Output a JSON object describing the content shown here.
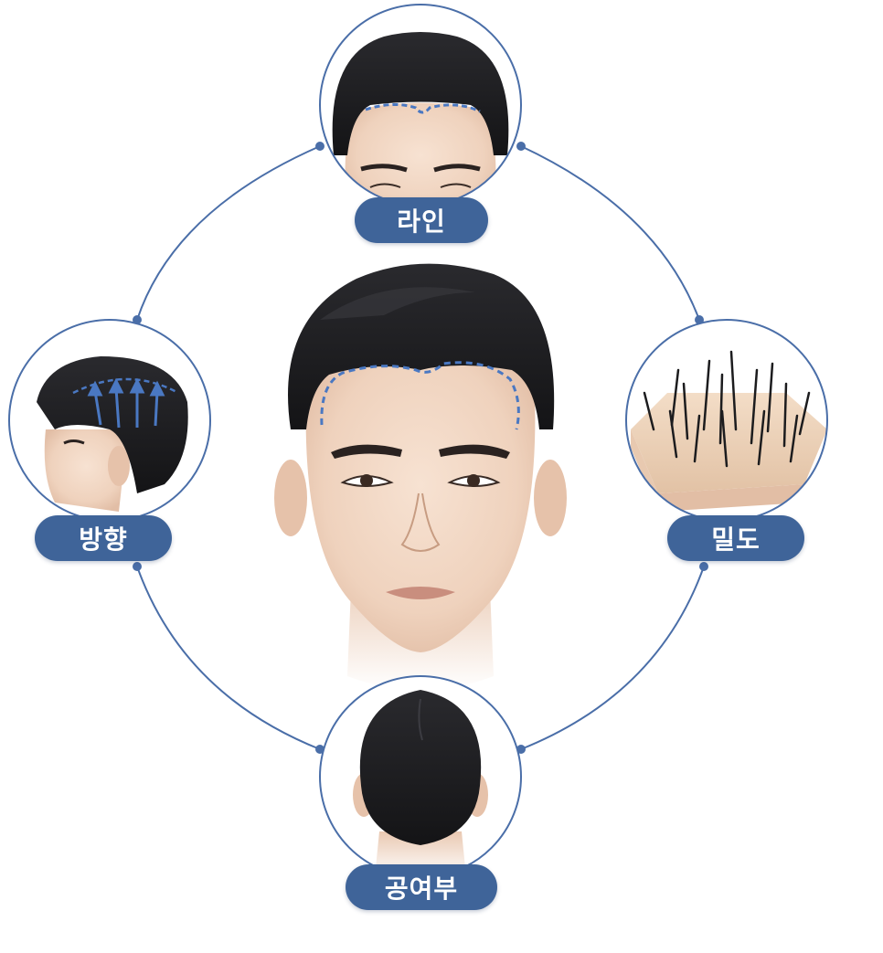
{
  "labels": {
    "line": "라인",
    "direction": "방향",
    "density": "밀도",
    "crown": "공여부"
  },
  "colors": {
    "accent": "#3f6499",
    "ring": "#4a6ea8",
    "hair": "#1c1c1e",
    "skin": "#f1d7c4",
    "hairline_dash": "#4a78c2"
  }
}
